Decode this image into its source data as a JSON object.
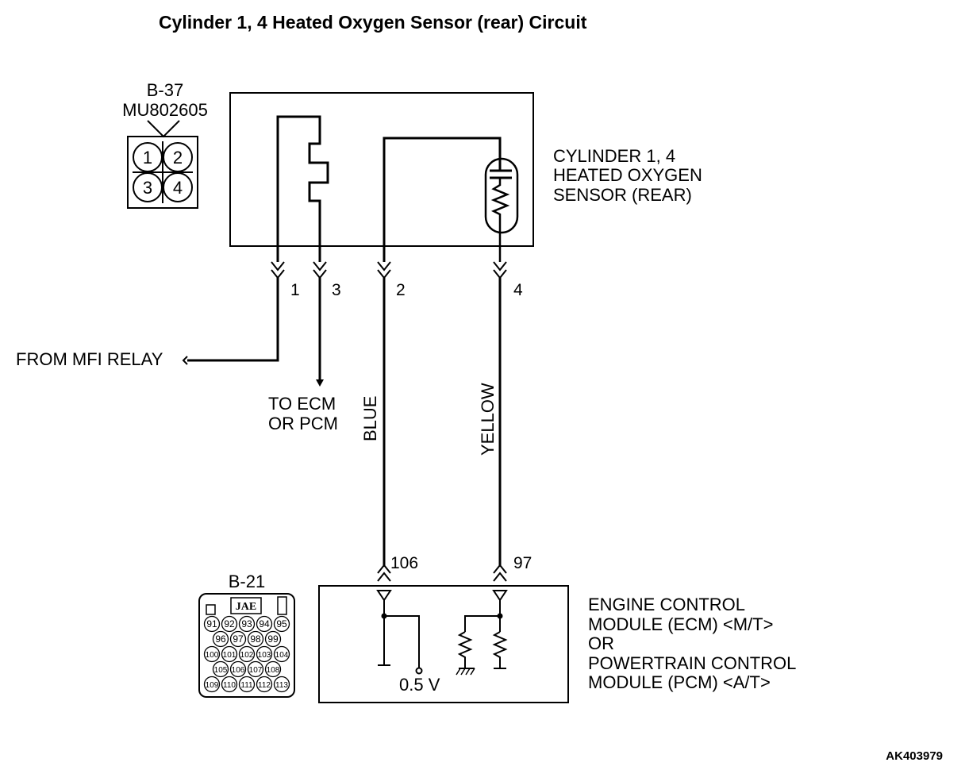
{
  "title": "Cylinder 1, 4 Heated Oxygen Sensor (rear) Circuit",
  "connector_top": {
    "id": "B-37",
    "part_number": "MU802605",
    "pins": [
      "1",
      "2",
      "3",
      "4"
    ]
  },
  "sensor": {
    "label_lines": [
      "CYLINDER 1, 4",
      "HEATED OXYGEN",
      "SENSOR (REAR)"
    ]
  },
  "sensor_pins": [
    "1",
    "3",
    "2",
    "4"
  ],
  "from_relay": "FROM MFI RELAY",
  "to_ecm_lines": [
    "TO ECM",
    "OR PCM"
  ],
  "wire_colors": {
    "blue": "BLUE",
    "yellow": "YELLOW"
  },
  "ecm_pins": {
    "left": "106",
    "right": "97"
  },
  "voltage": "0.5 V",
  "connector_bottom": {
    "id": "B-21",
    "brand": "JAE",
    "rows": [
      [
        "91",
        "92",
        "93",
        "94",
        "95"
      ],
      [
        "96",
        "97",
        "98",
        "99"
      ],
      [
        "100",
        "101",
        "102",
        "103",
        "104"
      ],
      [
        "105",
        "106",
        "107",
        "108"
      ],
      [
        "109",
        "110",
        "111",
        "112",
        "113"
      ]
    ]
  },
  "ecm": {
    "label_lines": [
      "ENGINE CONTROL",
      "MODULE (ECM) <M/T>",
      "OR",
      "POWERTRAIN CONTROL",
      "MODULE (PCM) <A/T>"
    ]
  },
  "figure_code": "AK403979"
}
